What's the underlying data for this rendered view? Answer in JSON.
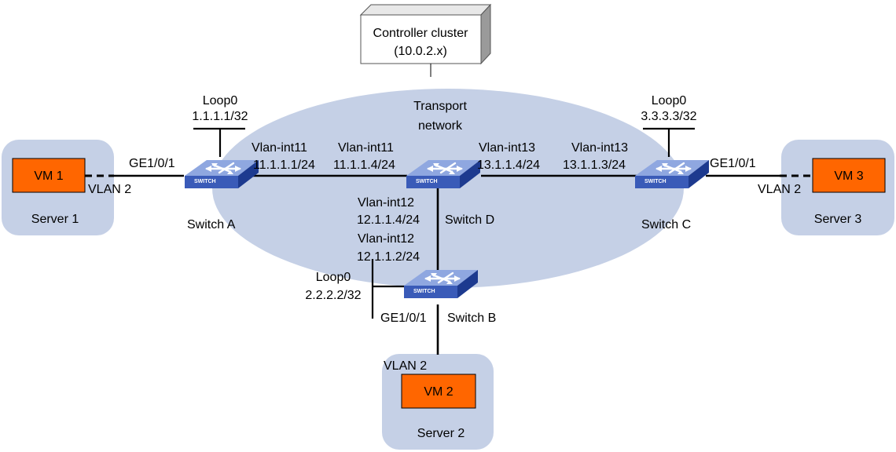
{
  "colors": {
    "cloud": "#c5d0e6",
    "server_bg": "#c5d0e6",
    "vm_fill": "#ff6600",
    "switch_front": "#3a5bb8",
    "switch_top": "#8fa7e0",
    "switch_side": "#1d3a8f",
    "link": "#000000"
  },
  "controller": {
    "title": "Controller cluster",
    "address": "(10.0.2.x)"
  },
  "network": {
    "line1": "Transport",
    "line2": "network"
  },
  "switch_icon_text": "SWITCH",
  "switches": {
    "a": {
      "name": "Switch A",
      "loop_name": "Loop0",
      "loop_ip": "1.1.1.1/32"
    },
    "b": {
      "name": "Switch B",
      "loop_name": "Loop0",
      "loop_ip": "2.2.2.2/32"
    },
    "c": {
      "name": "Switch C",
      "loop_name": "Loop0",
      "loop_ip": "3.3.3.3/32"
    },
    "d": {
      "name": "Switch D"
    }
  },
  "interfaces": {
    "a_d_a": {
      "name": "Vlan-int11",
      "ip": "11.1.1.1/24"
    },
    "a_d_d": {
      "name": "Vlan-int11",
      "ip": "11.1.1.4/24"
    },
    "d_c_d": {
      "name": "Vlan-int13",
      "ip": "13.1.1.4/24"
    },
    "d_c_c": {
      "name": "Vlan-int13",
      "ip": "13.1.1.3/24"
    },
    "d_b_d": {
      "name": "Vlan-int12",
      "ip": "12.1.1.4/24"
    },
    "d_b_b": {
      "name": "Vlan-int12",
      "ip": "12.1.1.2/24"
    }
  },
  "ports": {
    "a": "GE1/0/1",
    "b": "GE1/0/1",
    "c": "GE1/0/1"
  },
  "vlans": {
    "s1": "VLAN 2",
    "s2": "VLAN 2",
    "s3": "VLAN 2"
  },
  "servers": {
    "s1": {
      "name": "Server 1",
      "vm": "VM 1"
    },
    "s2": {
      "name": "Server 2",
      "vm": "VM 2"
    },
    "s3": {
      "name": "Server 3",
      "vm": "VM 3"
    }
  }
}
